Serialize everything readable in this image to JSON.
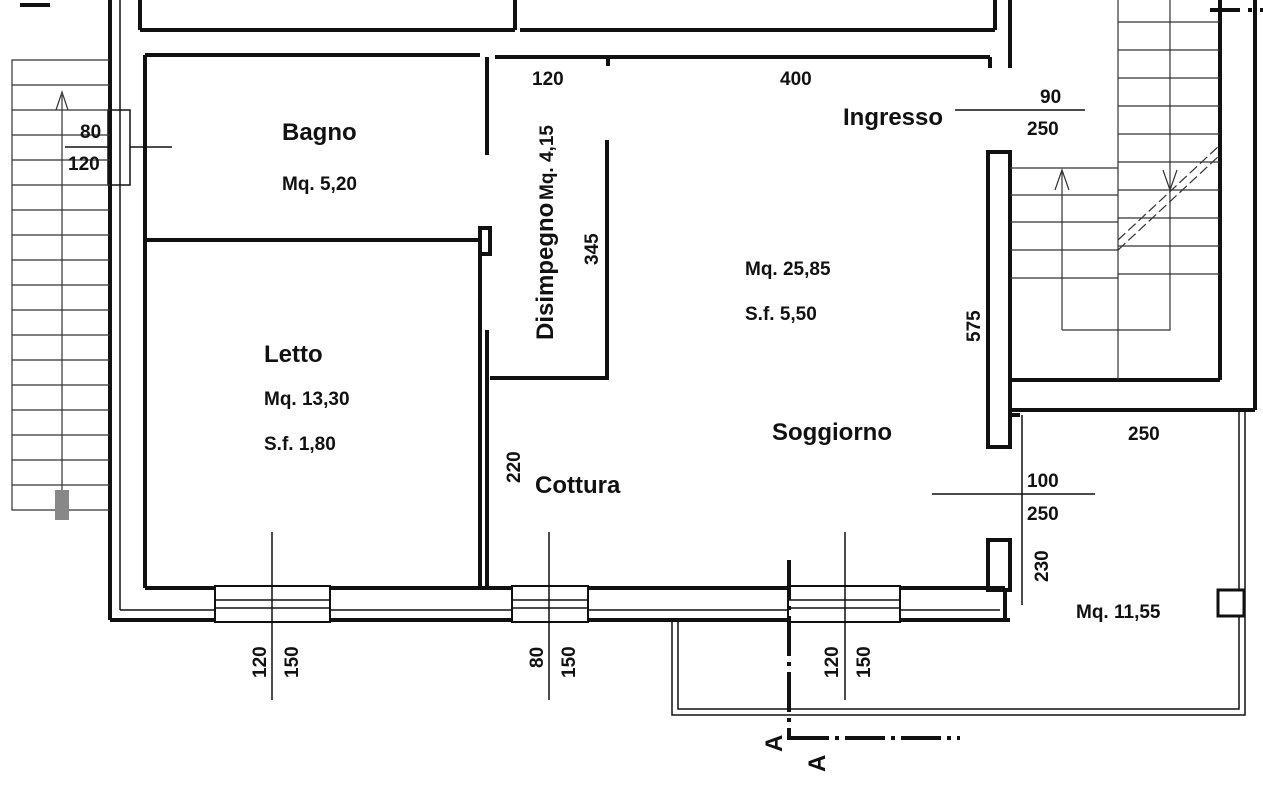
{
  "rooms": {
    "bagno": {
      "name": "Bagno",
      "area": "Mq.  5,20"
    },
    "disimpegno": {
      "name": "Disimpegno",
      "area": "Mq.  4,15"
    },
    "ingresso": {
      "name": "Ingresso"
    },
    "soggiorno": {
      "name": "Soggiorno",
      "area": "Mq.  25,85",
      "sf": "S.f.  5,50"
    },
    "letto": {
      "name": "Letto",
      "area": "Mq.  13,30",
      "sf": "S.f.  1,80"
    },
    "cottura": {
      "name": "Cottura"
    },
    "terrazzo": {
      "area": "Mq.  11,55"
    }
  },
  "dimensions": {
    "left_door_w": "80",
    "left_door_h": "120",
    "top_120": "120",
    "top_400": "400",
    "ingresso_w": "90",
    "ingresso_h": "250",
    "disimpegno_len": "345",
    "right_575": "575",
    "balcony_250": "250",
    "cottura_220": "220",
    "balcony_door_w": "100",
    "balcony_door_h": "250",
    "balcony_230": "230",
    "win1_w": "120",
    "win1_h": "150",
    "win2_w": "80",
    "win2_h": "150",
    "win3_w": "120",
    "win3_h": "150"
  },
  "section": {
    "label1": "A",
    "label2": "A"
  }
}
